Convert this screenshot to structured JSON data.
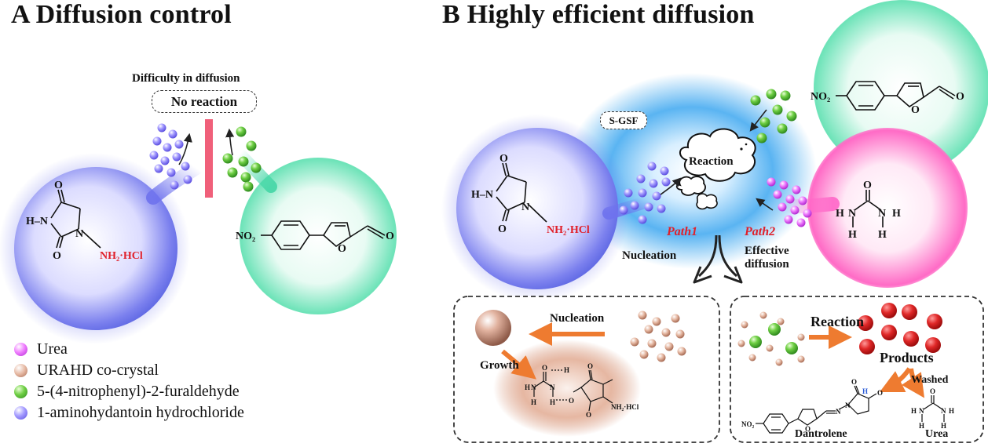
{
  "panel_a": {
    "letter": "A",
    "title": "Diffusion control",
    "difficulty": "Difficulty in diffusion",
    "no_reaction": "No reaction"
  },
  "panel_b": {
    "letter": "B",
    "title": "Highly efficient diffusion",
    "sgsf": "S-GSF",
    "reaction_cloud": "Reaction",
    "path1": "Path1",
    "path2": "Path2",
    "nucleation": "Nucleation",
    "effective_line1": "Effective",
    "effective_line2": "diffusion"
  },
  "box_left": {
    "nucleation": "Nucleation",
    "growth": "Growth"
  },
  "box_right": {
    "reaction": "Reaction",
    "products": "Products",
    "washed": "Washed",
    "dantrolene": "Dantrolene",
    "urea": "Urea"
  },
  "chem": {
    "nh2hcl": "NH₂·HCl",
    "no2": "NO₂",
    "h": "H",
    "n": "N",
    "o": "O",
    "hn": "H–N"
  },
  "legend": [
    {
      "label": "Urea",
      "color": "#e14fe0"
    },
    {
      "label": "URAHD co-crystal",
      "color": "#d9a48a"
    },
    {
      "label": "5-(4-nitrophenyl)-2-furaldehyde",
      "color": "#5bbd3a"
    },
    {
      "label": "1-aminohydantoin hydrochloride",
      "color": "#8a7cf0"
    }
  ],
  "colors": {
    "purple": "#8a7cf0",
    "green": "#5bbd3a",
    "pink": "#e14fe0",
    "tan": "#d9a48a",
    "red": "#e0202a",
    "orange": "#ee7b30",
    "barrier": "#f0607a"
  }
}
